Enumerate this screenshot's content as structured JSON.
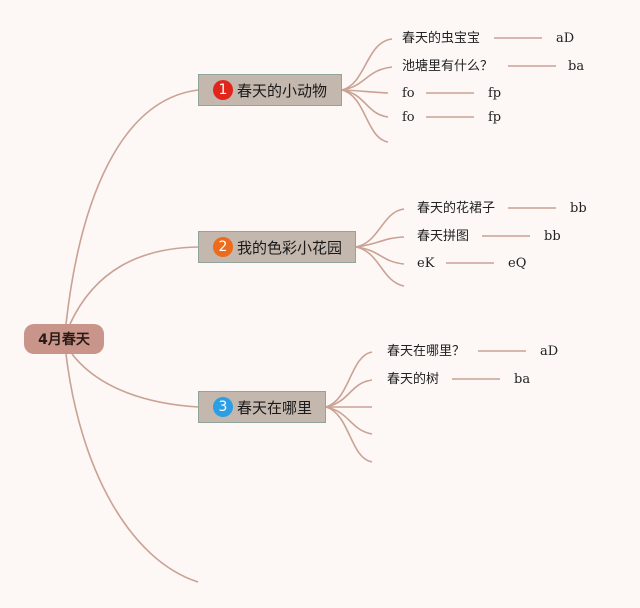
{
  "root": {
    "label": "4月春天"
  },
  "branches": [
    {
      "number": "1",
      "label": "春天的小动物",
      "badge_color": "#e1251b",
      "leaves": [
        {
          "label": "春天的虫宝宝",
          "tag": "aD"
        },
        {
          "label": "池塘里有什么？",
          "tag": "ba"
        },
        {
          "label": "fo",
          "tag": "fp"
        },
        {
          "label": "fo",
          "tag": "fp"
        }
      ]
    },
    {
      "number": "2",
      "label": "我的色彩小花园",
      "badge_color": "#ec6b1d",
      "leaves": [
        {
          "label": "春天的花裙子",
          "tag": "bb"
        },
        {
          "label": "春天拼图",
          "tag": "bb"
        },
        {
          "label": "eK",
          "tag": "eQ"
        }
      ]
    },
    {
      "number": "3",
      "label": "春天在哪里",
      "badge_color": "#2b9ee4",
      "leaves": [
        {
          "label": "春天在哪里？",
          "tag": "aD"
        },
        {
          "label": "春天的树",
          "tag": "ba"
        }
      ]
    }
  ],
  "colors": {
    "background": "#fdf7f5",
    "connector": "#c9a294",
    "root_fill": "#c9958a",
    "branch_fill": "#c3b7ae",
    "branch_border": "#8fa49b"
  }
}
